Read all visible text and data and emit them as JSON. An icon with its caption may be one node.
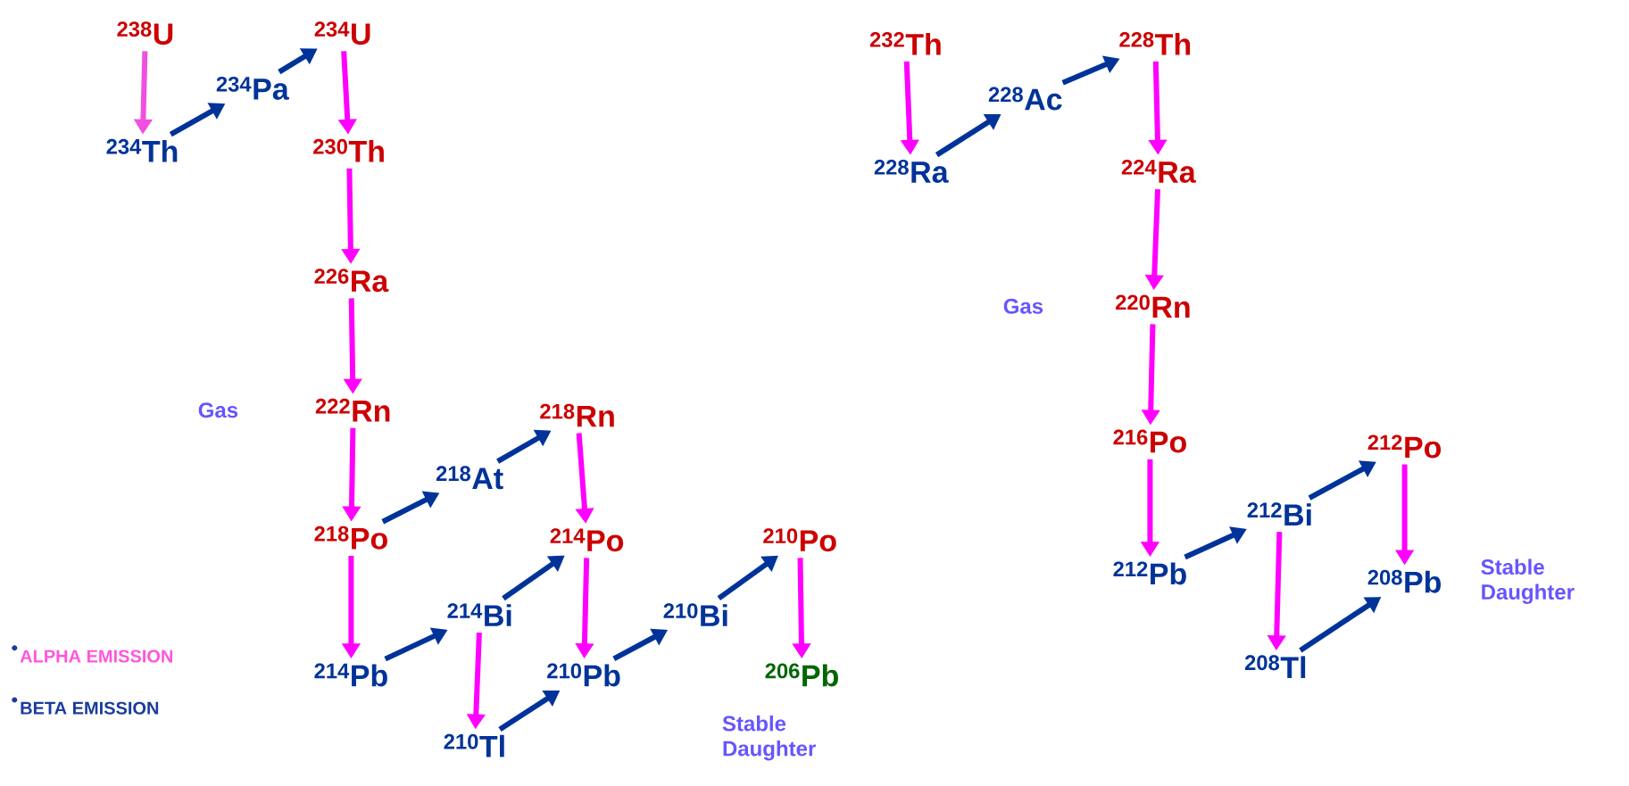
{
  "diagram": {
    "nodes": [
      {
        "text": [
          "$^{238}$U"
        ]
      },
      {
        "text": [
          "$^{234}$Th"
        ]
      },
      {
        "text": [
          "$^{234}$Pa"
        ]
      },
      {
        "text": [
          "$^{234}$U"
        ]
      },
      {
        "text": [
          "$^{230}$Th"
        ]
      },
      {
        "text": [
          "$^{226}$Ra"
        ]
      },
      {
        "text": [
          "$^{222}$Rn"
        ],
        "beside": [
          "Gas"
        ]
      },
      {
        "text": [
          "$^{218}$Po"
        ]
      },
      {
        "text": [
          "$^{218}$At"
        ]
      },
      {
        "text": [
          "$^{218}$Rn"
        ]
      },
      {
        "text": [
          "$^{214}$Po"
        ]
      },
      {
        "text": [
          "$^{214}$Pb"
        ]
      },
      {
        "text": [
          "$^{214}$Bi"
        ]
      },
      {
        "text": [
          "$^{210}$Tl"
        ]
      },
      {
        "text": [
          "$^{210}$Pb"
        ]
      },
      {
        "text": [
          "$^{210}$Bi"
        ]
      },
      {
        "text": [
          "$^{210}$Po"
        ]
      },
      {
        "text": [
          "$^{206}$Pb"
        ],
        "beside": [
          "Stable Daughter"
        ]
      },
      {
        "text": [
          "$^{232}$Th"
        ]
      },
      {
        "text": [
          "$^{228}$Ra"
        ]
      },
      {
        "text": [
          "$^{228}$Ac"
        ]
      },
      {
        "text": [
          "$^{228}$Th"
        ]
      },
      {
        "text": [
          "$^{224}$Ra"
        ]
      },
      {
        "text": [
          "$^{220}$Rn"
        ],
        "beside": [
          "Gas"
        ]
      },
      {
        "text": [
          "$^{216}$Po"
        ]
      },
      {
        "text": [
          "$^{212}$Pb"
        ]
      },
      {
        "text": [
          "$^{212}$Bi"
        ]
      },
      {
        "text": [
          "$^{212}$Po"
        ]
      },
      {
        "text": [
          "$^{208}$Tl"
        ]
      },
      {
        "text": [
          "$^{208}$Pb"
        ],
        "beside": [
          "Stable Daughter"
        ]
      }
    ],
    "edges": [
      {
        "from": 0,
        "to": 1,
        "arrow": "to",
        "color": "#f050e0"
      },
      {
        "from": 1,
        "to": 2,
        "arrow": "to",
        "color": "#003399"
      },
      {
        "from": 2,
        "to": 3,
        "arrow": "to",
        "color": "#003399"
      },
      {
        "from": 3,
        "to": 4,
        "arrow": "to"
      },
      {
        "from": 4,
        "to": 5,
        "arrow": "to"
      },
      {
        "from": 5,
        "to": 6,
        "arrow": "to"
      },
      {
        "from": 6,
        "to": 7,
        "arrow": "to"
      },
      {
        "from": 7,
        "to": 8,
        "arrow": "to",
        "color": "#003399"
      },
      {
        "from": 8,
        "to": 9,
        "arrow": "to",
        "color": "#003399"
      },
      {
        "from": 9,
        "to": 10,
        "arrow": "to"
      },
      {
        "from": 7,
        "to": 11,
        "arrow": "to"
      },
      {
        "from": 11,
        "to": 12,
        "arrow": "to",
        "color": "#003399"
      },
      {
        "from": 12,
        "to": 10,
        "arrow": "to",
        "color": "#003399"
      },
      {
        "from": 10,
        "to": 14,
        "arrow": "to"
      },
      {
        "from": 12,
        "to": 13,
        "arrow": "to"
      },
      {
        "from": 13,
        "to": 14,
        "arrow": "to",
        "color": "#003399"
      },
      {
        "from": 14,
        "to": 15,
        "arrow": "to",
        "color": "#003399"
      },
      {
        "from": 15,
        "to": 16,
        "arrow": "to",
        "color": "#003399"
      },
      {
        "from": 16,
        "to": 17,
        "arrow": "to"
      },
      {
        "from": 18,
        "to": 19,
        "arrow": "to"
      },
      {
        "from": 19,
        "to": 20,
        "arrow": "to",
        "color": "#003399"
      },
      {
        "from": 20,
        "to": 21,
        "arrow": "to",
        "color": "#003399"
      },
      {
        "from": 21,
        "to": 22,
        "arrow": "to"
      },
      {
        "from": 22,
        "to": 23,
        "arrow": "to"
      },
      {
        "from": 23,
        "to": 24,
        "arrow": "to"
      },
      {
        "from": 24,
        "to": 25,
        "arrow": "to"
      },
      {
        "from": 25,
        "to": 26,
        "arrow": "to",
        "color": "#003399"
      },
      {
        "from": 26,
        "to": 27,
        "arrow": "to",
        "color": "#003399"
      },
      {
        "from": 27,
        "to": 29,
        "arrow": "to"
      },
      {
        "from": 26,
        "to": 28,
        "arrow": "to"
      },
      {
        "from": 28,
        "to": 29,
        "arrow": "to",
        "color": "#003399"
      }
    ],
    "legend": [
      {
        "text": "ALPHA EMISSION"
      },
      {
        "text": "BETA EMISSION"
      }
    ]
  }
}
